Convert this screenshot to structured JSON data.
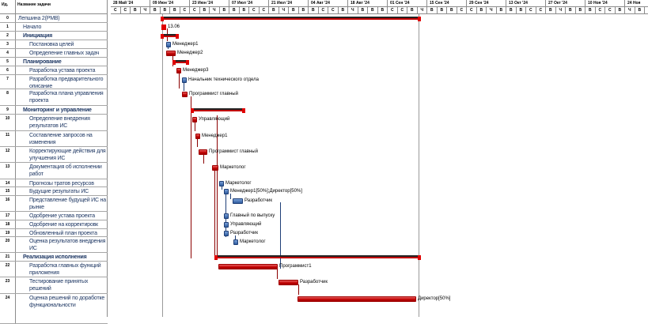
{
  "table": {
    "col_id": "Ид.",
    "col_name": "Название задачи",
    "rows": [
      {
        "id": "0",
        "name": "Лепшина 2(PMB)",
        "level": 0,
        "bold": false
      },
      {
        "id": "1",
        "name": "Начало",
        "level": 1,
        "bold": false
      },
      {
        "id": "2",
        "name": "Инициация",
        "level": 1,
        "bold": true
      },
      {
        "id": "3",
        "name": "Постановка целей",
        "level": 2,
        "bold": false
      },
      {
        "id": "4",
        "name": "Определение главных задач",
        "level": 2,
        "bold": false
      },
      {
        "id": "5",
        "name": "Планирование",
        "level": 1,
        "bold": true
      },
      {
        "id": "6",
        "name": "Разработка устава проекта",
        "level": 2,
        "bold": false
      },
      {
        "id": "7",
        "name": "Разработка предварительного описание",
        "level": 2,
        "bold": false
      },
      {
        "id": "8",
        "name": "Разработка плана управления проекта",
        "level": 2,
        "bold": false
      },
      {
        "id": "9",
        "name": "Мониторинг и управление",
        "level": 1,
        "bold": true
      },
      {
        "id": "10",
        "name": "Определение внедрения результатов ИС",
        "level": 2,
        "bold": false
      },
      {
        "id": "11",
        "name": "Составление запросов на изменения",
        "level": 2,
        "bold": false
      },
      {
        "id": "12",
        "name": "Корректирующие действия для улучшения ИС",
        "level": 2,
        "bold": false
      },
      {
        "id": "13",
        "name": "Документация об исполнении работ",
        "level": 2,
        "bold": false
      },
      {
        "id": "14",
        "name": "Прогнозы тратов ресурсов",
        "level": 2,
        "bold": false
      },
      {
        "id": "15",
        "name": "Будущие результаты ИС",
        "level": 2,
        "bold": false
      },
      {
        "id": "16",
        "name": "Представление будущей ИС на рынке",
        "level": 2,
        "bold": false
      },
      {
        "id": "17",
        "name": "Одобрение устава проекта",
        "level": 2,
        "bold": false
      },
      {
        "id": "18",
        "name": "Одобрение на корректировк",
        "level": 2,
        "bold": false
      },
      {
        "id": "19",
        "name": "Обновленный план проекта",
        "level": 2,
        "bold": false
      },
      {
        "id": "20",
        "name": "Оценка результатов внедрения ИС",
        "level": 2,
        "bold": false
      },
      {
        "id": "21",
        "name": "Реализация исполнения",
        "level": 1,
        "bold": true
      },
      {
        "id": "22",
        "name": "Разработка главных функций приложения",
        "level": 2,
        "bold": false
      },
      {
        "id": "23",
        "name": "Тестирование принятых решений",
        "level": 2,
        "bold": false
      },
      {
        "id": "24",
        "name": "Оценка решений по доработке функциональности",
        "level": 2,
        "bold": false
      }
    ]
  },
  "timescale": {
    "major": [
      "28 Май '24",
      "09 Июн '24",
      "23 Июн '24",
      "07 Июл '24",
      "21 Июл '24",
      "04 Авг '24",
      "18 Авг '24",
      "01 Сен '24",
      "15 Сен '24",
      "29 Сен '24",
      "13 Окт '24",
      "27 Окт '24",
      "10 Ноя '24",
      "24 Ноя"
    ],
    "minor_pattern": [
      "С",
      "С",
      "В",
      "Ч",
      "В",
      "В",
      "В"
    ]
  },
  "bars": [
    {
      "row": 0,
      "type": "summary",
      "label": ""
    },
    {
      "row": 1,
      "type": "milestone",
      "label": "13.06"
    },
    {
      "row": 2,
      "type": "summary",
      "label": ""
    },
    {
      "row": 3,
      "type": "blue",
      "label": "Менеджер1"
    },
    {
      "row": 4,
      "type": "red",
      "label": "Менеджер2"
    },
    {
      "row": 5,
      "type": "summary",
      "label": ""
    },
    {
      "row": 6,
      "type": "red",
      "label": "Менеджер3"
    },
    {
      "row": 7,
      "type": "blue",
      "label": "Начальник технического отдела"
    },
    {
      "row": 8,
      "type": "red",
      "label": "Программист главный"
    },
    {
      "row": 9,
      "type": "summary",
      "label": ""
    },
    {
      "row": 10,
      "type": "red",
      "label": "Управляющий"
    },
    {
      "row": 11,
      "type": "red",
      "label": "Менеджер1"
    },
    {
      "row": 12,
      "type": "red",
      "label": "Программист главный"
    },
    {
      "row": 13,
      "type": "red",
      "label": "Маркетолог"
    },
    {
      "row": 14,
      "type": "blue",
      "label": "Маркетолог"
    },
    {
      "row": 15,
      "type": "blue",
      "label": "Менеджер1[50%];Директор[50%]"
    },
    {
      "row": 16,
      "type": "blue",
      "label": "Разработчик"
    },
    {
      "row": 17,
      "type": "blue",
      "label": "Главный по выпуску"
    },
    {
      "row": 18,
      "type": "blue",
      "label": "Управляющий"
    },
    {
      "row": 19,
      "type": "blue",
      "label": "Разработчик"
    },
    {
      "row": 20,
      "type": "blue",
      "label": "Маркетолог"
    },
    {
      "row": 21,
      "type": "summary",
      "label": ""
    },
    {
      "row": 22,
      "type": "red",
      "label": "Программист1"
    },
    {
      "row": 23,
      "type": "red",
      "label": "Разработчик"
    },
    {
      "row": 24,
      "type": "red",
      "label": "Директор[50%]"
    }
  ]
}
